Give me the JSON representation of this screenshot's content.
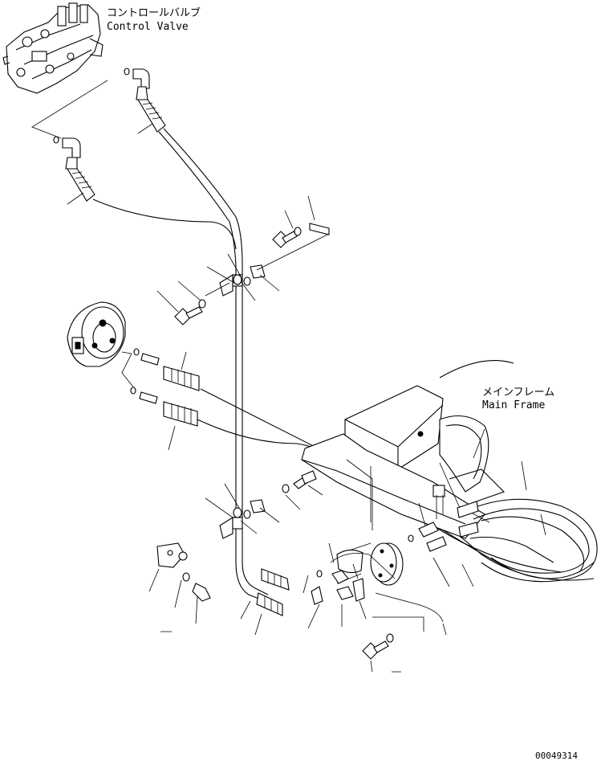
{
  "labels": {
    "control_valve_jp": "コントロールバルブ",
    "control_valve_en": "Control Valve",
    "main_frame_jp": "メインフレーム",
    "main_frame_en": "Main Frame",
    "drawing_number": "00049314"
  }
}
